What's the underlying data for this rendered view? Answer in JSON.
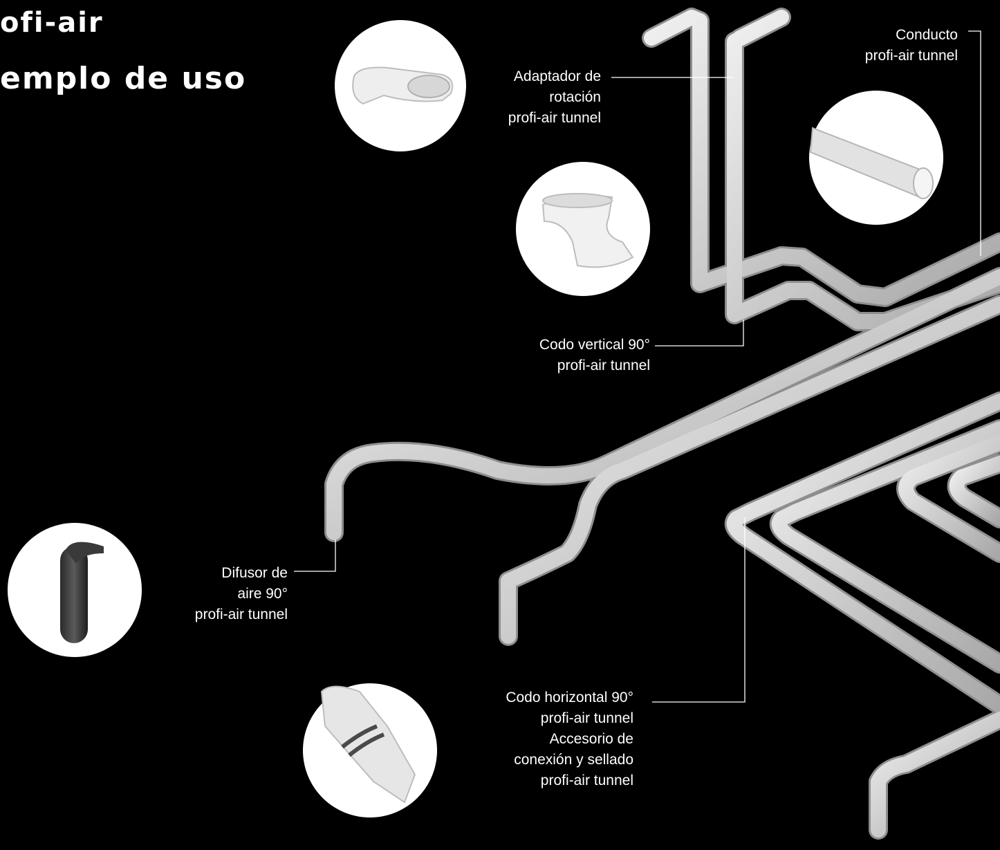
{
  "header": {
    "line1": "ofi-air",
    "line2": "emplo de uso"
  },
  "labels": {
    "conducto": [
      "Conducto",
      "profi-air tunnel"
    ],
    "adaptador": [
      "Adaptador de",
      "rotación",
      "profi-air tunnel"
    ],
    "codo_vertical": [
      "Codo vertical 90°",
      "profi-air tunnel"
    ],
    "difusor": [
      "Difusor de",
      "aire 90°",
      "profi-air tunnel"
    ],
    "codo_horizontal": [
      "Codo horizontal 90°",
      "profi-air tunnel",
      "Accesorio de",
      "conexión y sellado",
      "profi-air tunnel"
    ]
  },
  "products": [
    {
      "name": "adapter-photo",
      "icon": "rotation-adapter-icon"
    },
    {
      "name": "vertical-elbow-photo",
      "icon": "vertical-elbow-icon"
    },
    {
      "name": "duct-photo",
      "icon": "duct-icon"
    },
    {
      "name": "diffuser-photo",
      "icon": "diffuser-icon"
    },
    {
      "name": "seal-photo",
      "icon": "connection-seal-icon"
    }
  ],
  "colors": {
    "background": "#000000",
    "duct": "#d9d9d9",
    "text": "#ffffff"
  }
}
